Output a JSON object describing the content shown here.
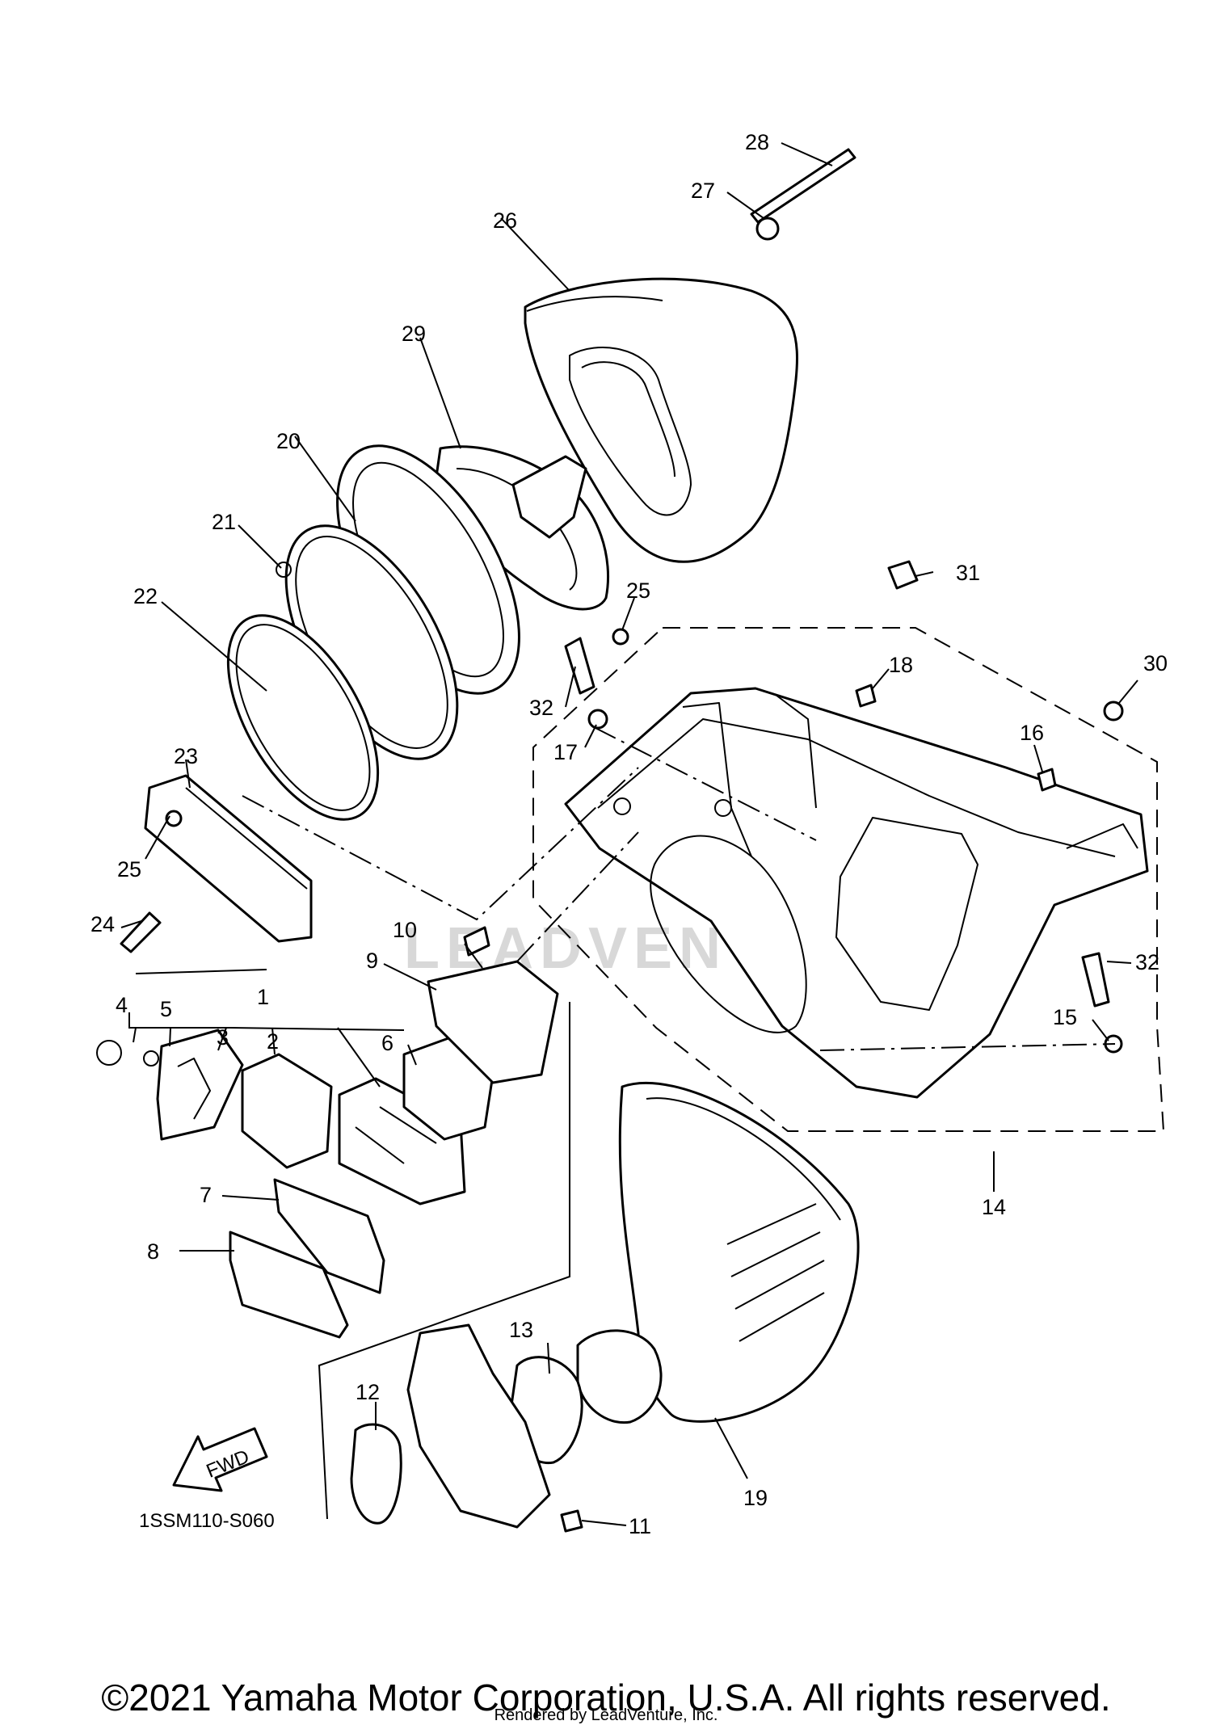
{
  "diagram": {
    "callouts": [
      "1",
      "2",
      "3",
      "4",
      "5",
      "6",
      "7",
      "8",
      "9",
      "10",
      "11",
      "12",
      "13",
      "14",
      "15",
      "16",
      "17",
      "18",
      "19",
      "20",
      "21",
      "22",
      "23",
      "24",
      "25",
      "25",
      "26",
      "27",
      "28",
      "29",
      "30",
      "31",
      "32",
      "32"
    ],
    "diagram_code": "1SSM110-S060",
    "fwd_label": "FWD",
    "watermark": "LEADVENTURE"
  },
  "footer": {
    "copyright": "©2021 Yamaha Motor Corporation, U.S.A. All rights reserved.",
    "rendered_by": "Rendered by LeadVenture, Inc."
  }
}
